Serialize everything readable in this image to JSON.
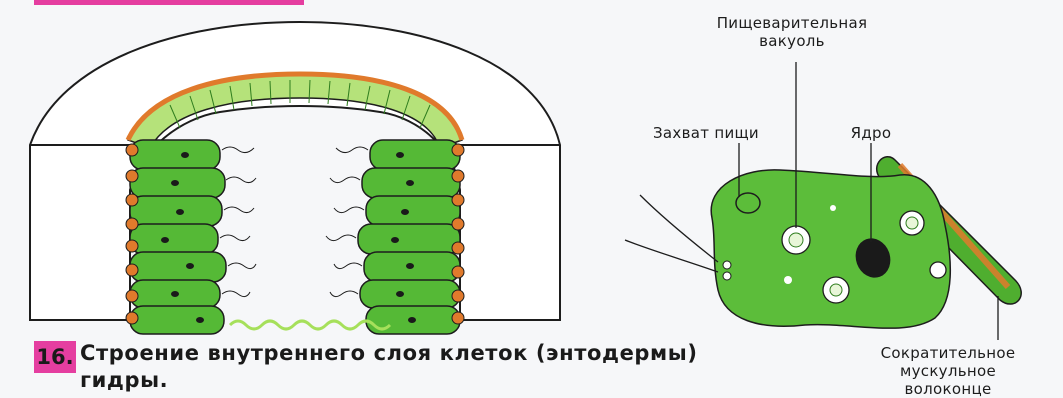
{
  "labels": {
    "digestive_vacuole": "Пищеварительная\nвакуоль",
    "food_capture": "Захват пищи",
    "nucleus": "Ядро",
    "contractile_fiber": "Сократительное\nмускульное волоконце"
  },
  "figure": {
    "number": "16.",
    "caption": "Строение внутреннего слоя клеток (энтодермы)\nгидры."
  },
  "colors": {
    "cell_green": "#55b936",
    "cell_dark_green": "#2f7d1e",
    "orange": "#e07a2c",
    "magenta": "#e53ea0",
    "nucleus": "#1a1a1a",
    "background": "#f6f7f9"
  }
}
